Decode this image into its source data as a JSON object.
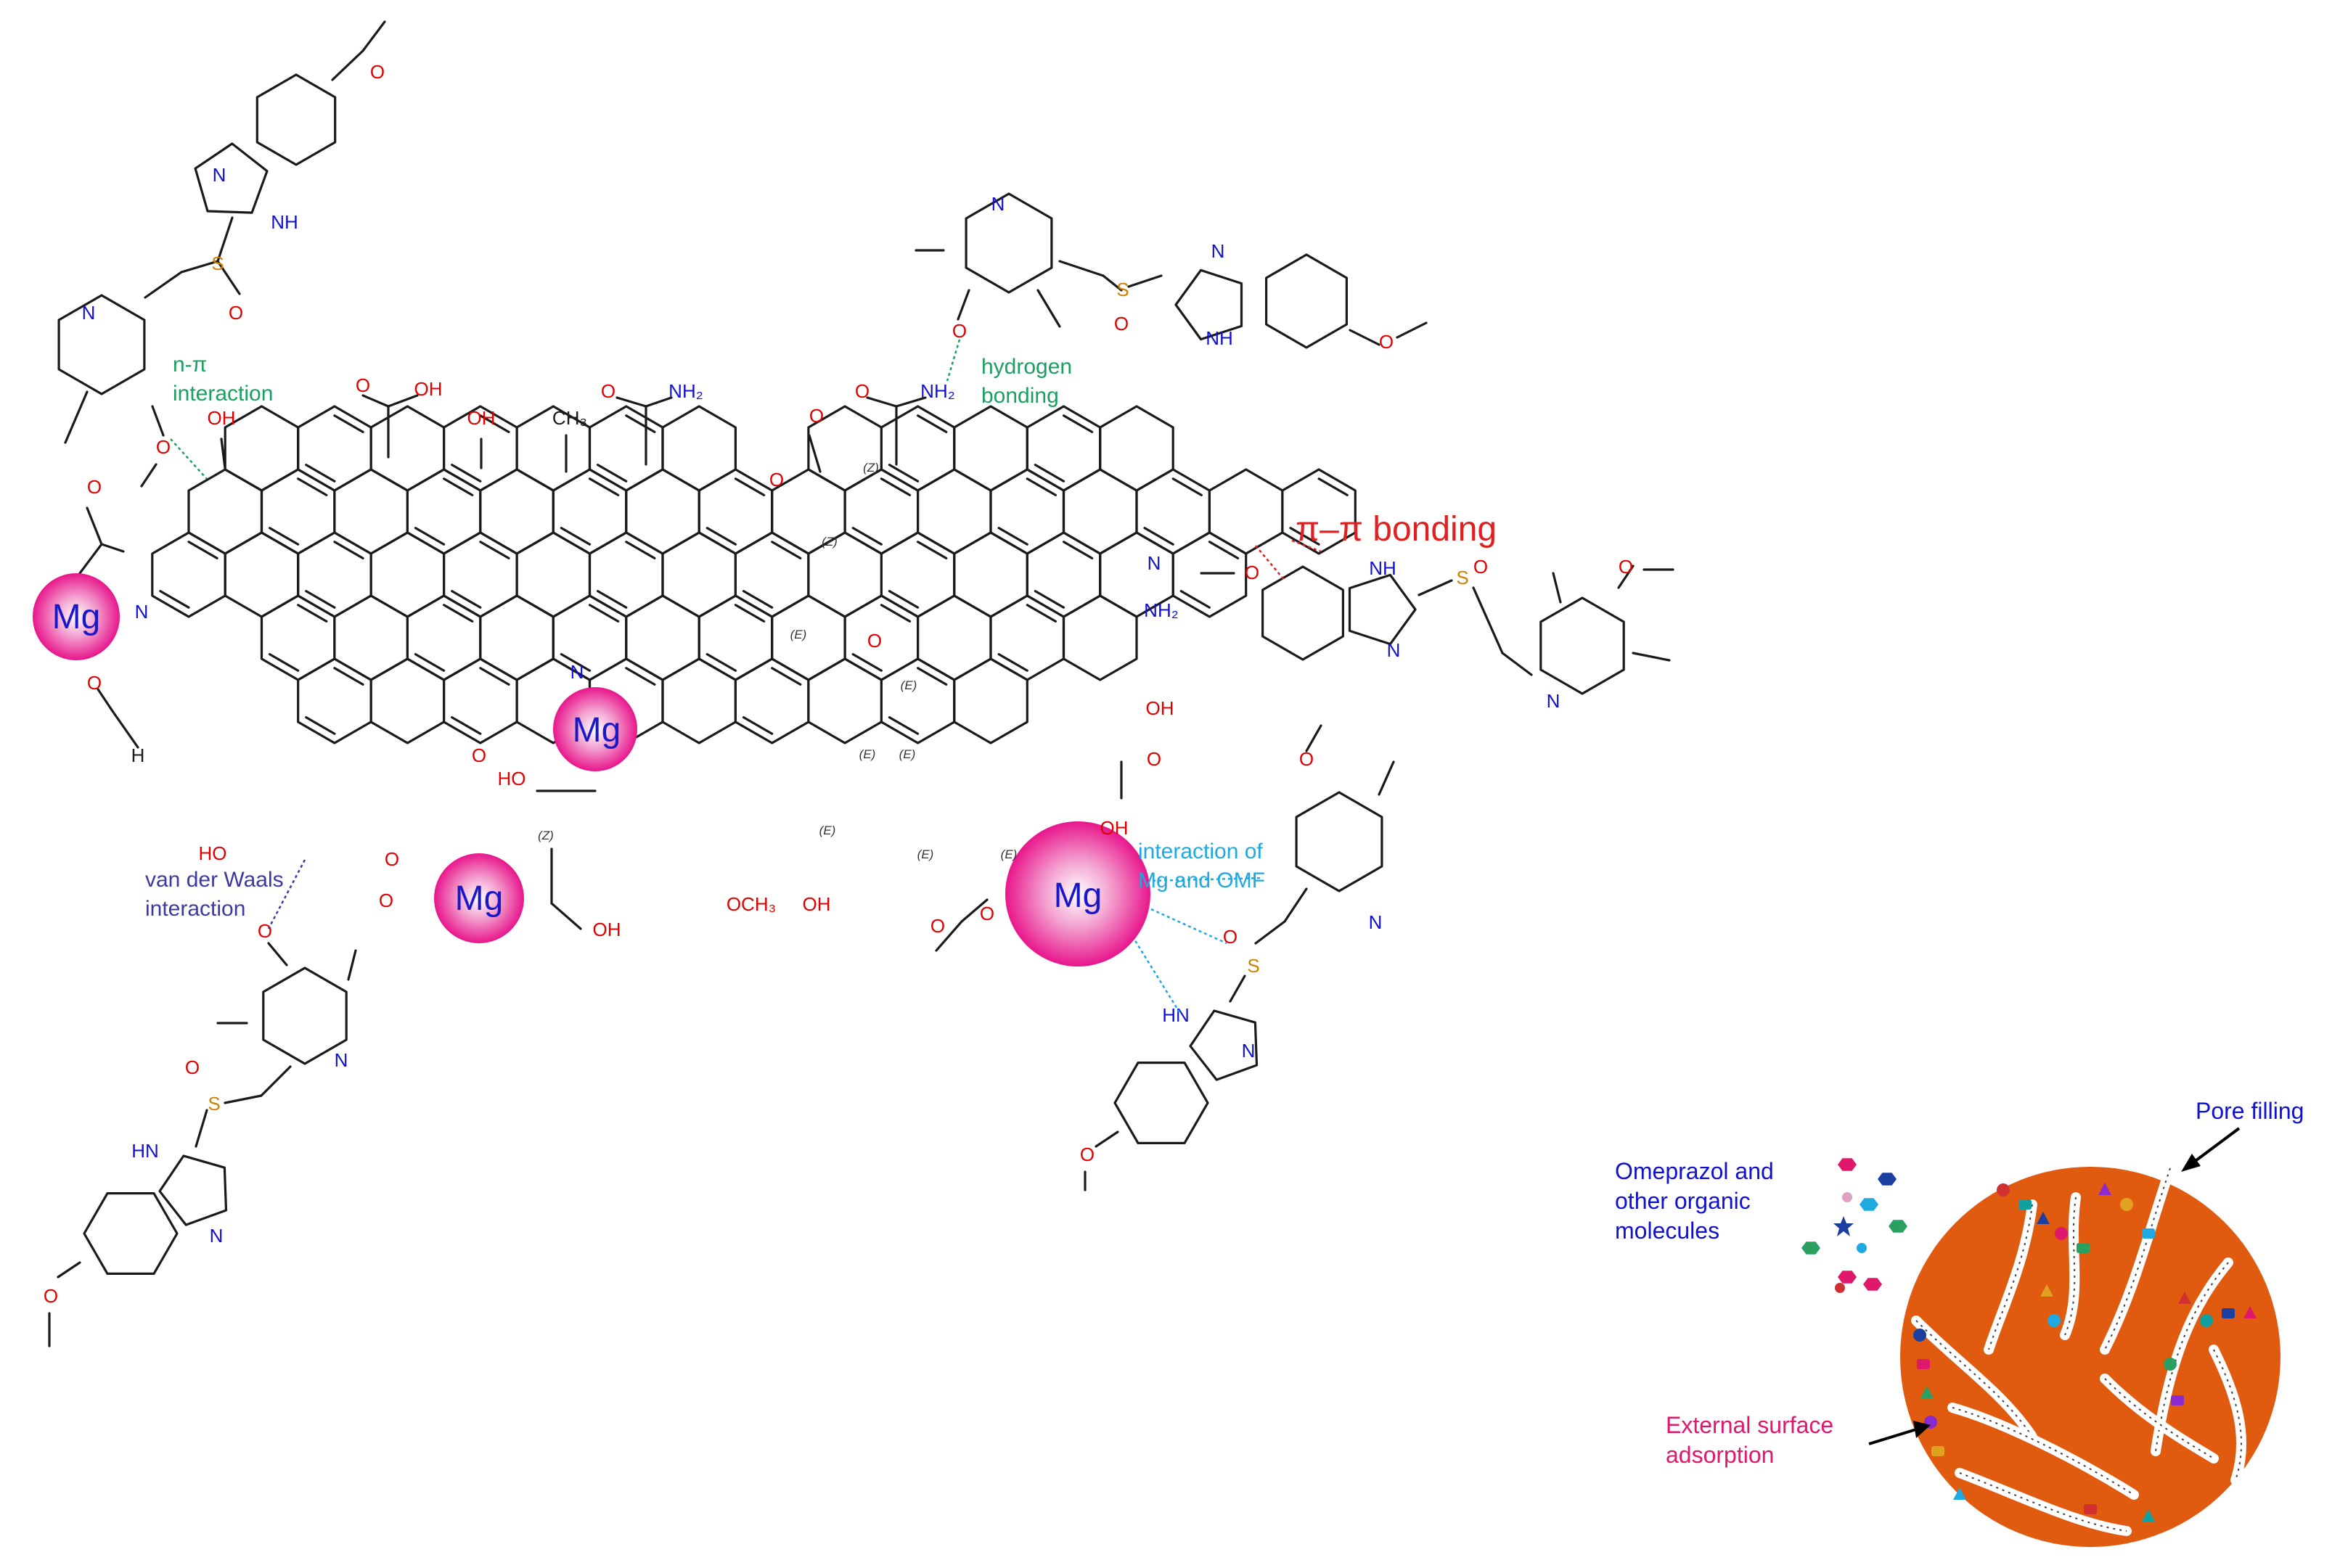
{
  "mg_label": "Mg",
  "annotations": {
    "n_pi": [
      "n-π",
      "interaction"
    ],
    "hydrogen": [
      "hydrogen",
      "bonding"
    ],
    "pi_pi": "π–π bonding",
    "vdw": [
      "van der Waals",
      "interaction"
    ],
    "mg_omf": [
      "interaction of",
      "Mg and OMF"
    ],
    "pore_filling": "Pore filling",
    "omeprazol": [
      "Omeprazol and",
      "other organic",
      "molecules"
    ],
    "external": [
      "External surface",
      "adsorption"
    ]
  },
  "atom_labels": {
    "O": "O",
    "N": "N",
    "S": "S",
    "OH": "OH",
    "NH": "NH",
    "HN": "HN",
    "NH2": "NH₂",
    "CH3": "CH₃",
    "OCH3": "OCH₃",
    "H": "H",
    "HO": "HO"
  },
  "stereo": {
    "Z": "(Z)",
    "E": "(E)"
  },
  "colors": {
    "mg_fill": "#e8168c",
    "n_pi": "#1aa060",
    "hydrogen": "#1aa060",
    "pi_pi": "#e02020",
    "vdw": "#3a3aa0",
    "mg_omf": "#20a8e0",
    "pore_filling": "#1010d0",
    "omeprazol": "#1010d0",
    "external": "#e0186c",
    "particle": "#e05a10"
  }
}
